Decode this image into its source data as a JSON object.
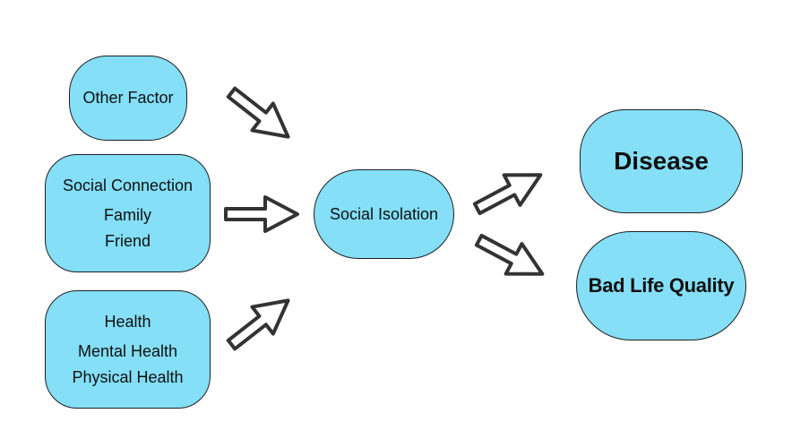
{
  "diagram": {
    "nodes": {
      "other_factor": {
        "label": "Other Factor"
      },
      "social_connection": {
        "title": "Social Connection",
        "items": [
          "Family",
          "Friend"
        ]
      },
      "health": {
        "title": "Health",
        "items": [
          "Mental Health",
          "Physical Health"
        ]
      },
      "social_isolation": {
        "label": "Social Isolation"
      },
      "disease": {
        "label": "Disease"
      },
      "bad_life_quality": {
        "label": "Bad Life Quality"
      }
    },
    "edges": [
      {
        "from": "Other Factor",
        "to": "Social Isolation"
      },
      {
        "from": "Social Connection",
        "to": "Social Isolation"
      },
      {
        "from": "Health",
        "to": "Social Isolation"
      },
      {
        "from": "Social Isolation",
        "to": "Disease"
      },
      {
        "from": "Social Isolation",
        "to": "Bad Life Quality"
      }
    ],
    "colors": {
      "node_fill": "#84dff7",
      "node_border": "#1f1f1f",
      "arrow_fill": "#ffffff",
      "arrow_stroke": "#333333"
    }
  }
}
